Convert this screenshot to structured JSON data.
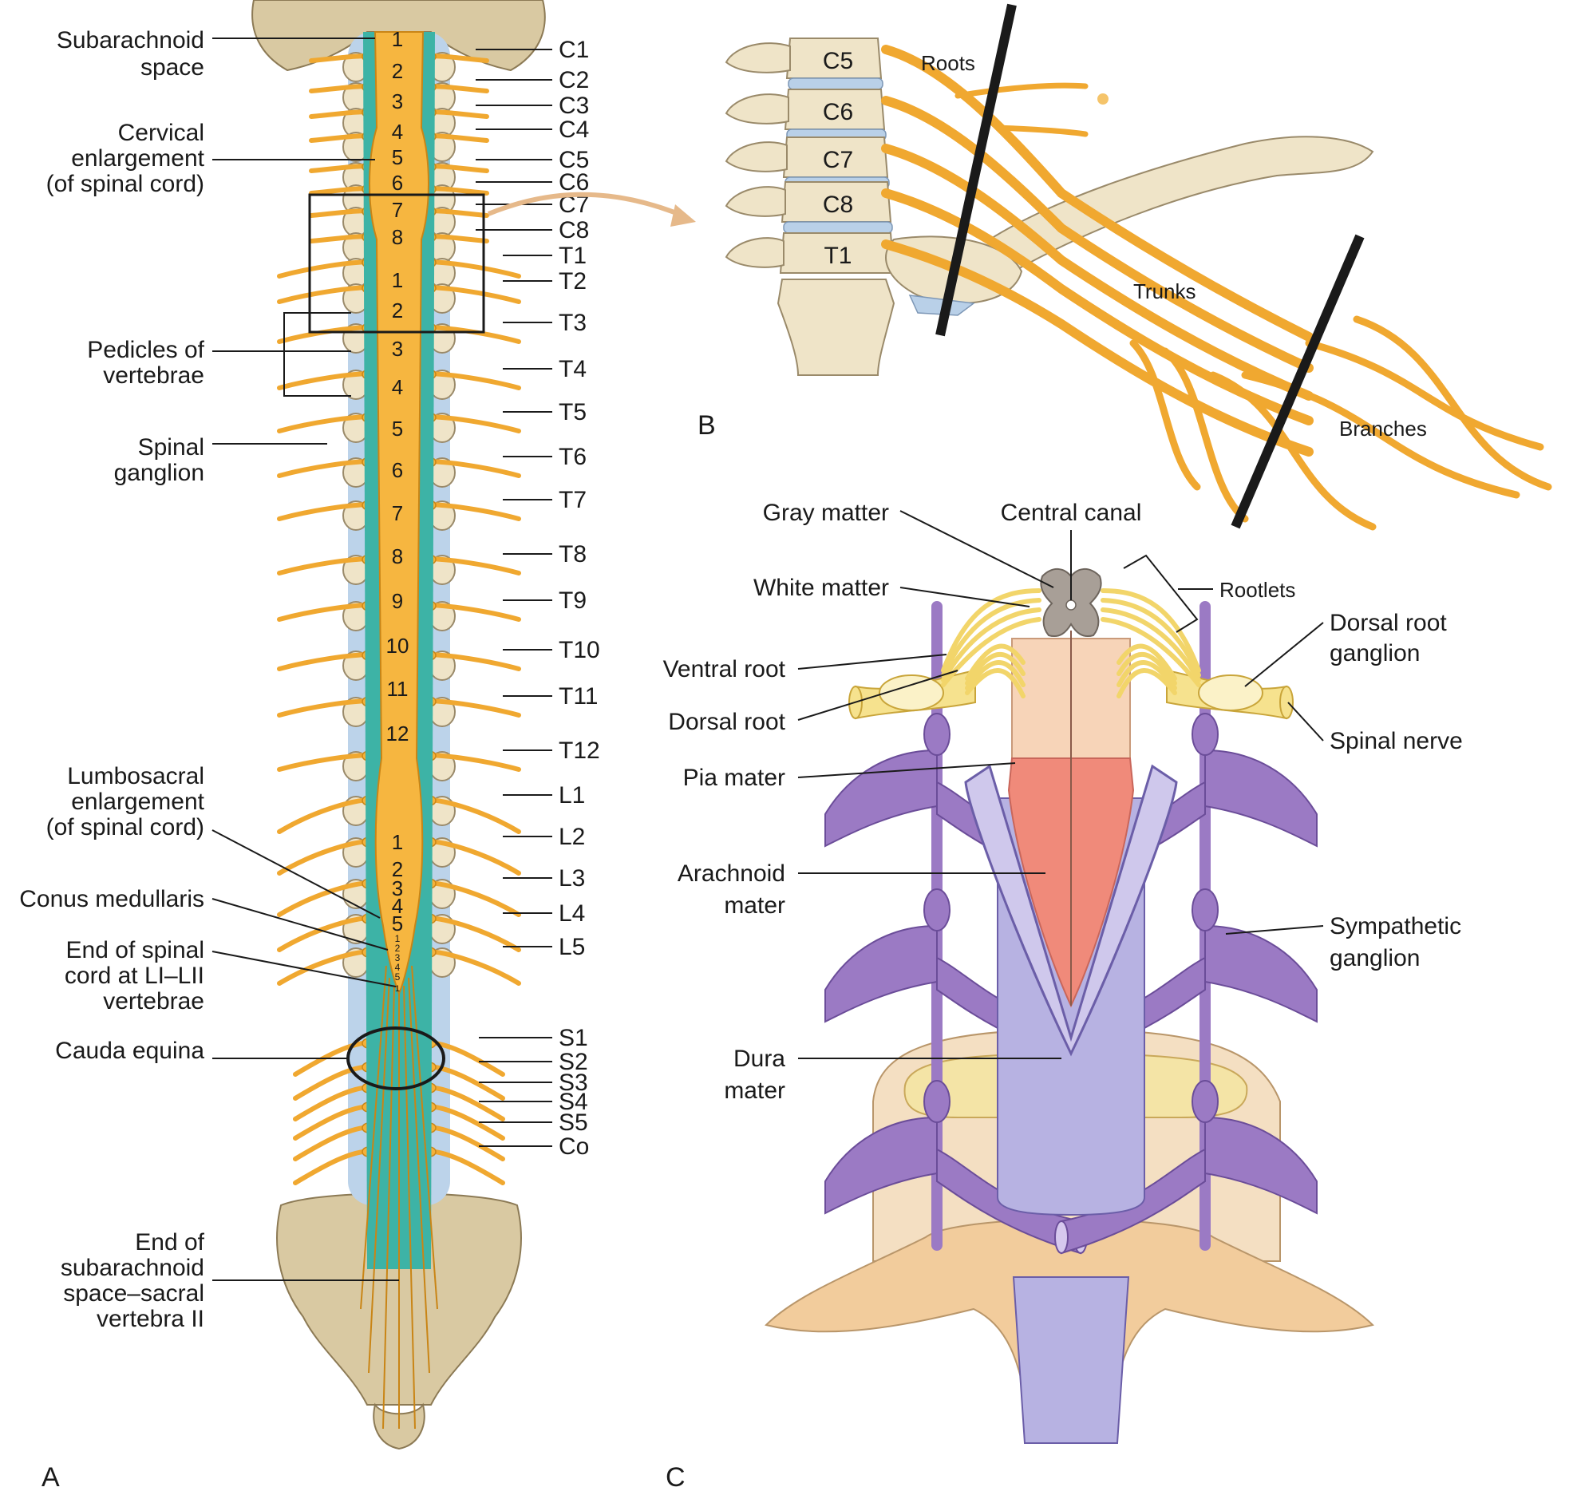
{
  "panels": {
    "a": {
      "letter": "A",
      "levels": {
        "cervical": [
          "1",
          "2",
          "3",
          "4",
          "5",
          "6",
          "7",
          "8"
        ],
        "thoracic": [
          "1",
          "2",
          "3",
          "4",
          "5",
          "6",
          "7",
          "8",
          "9",
          "10",
          "11",
          "12"
        ],
        "lumbar": [
          "1",
          "2",
          "3",
          "4",
          "5"
        ],
        "sacral_small": [
          "1",
          "2",
          "3",
          "4",
          "5"
        ],
        "coccygeal_small": "1"
      },
      "right_labels": [
        "C1",
        "C2",
        "C3",
        "C4",
        "C5",
        "C6",
        "C7",
        "C8",
        "T1",
        "T2",
        "T3",
        "T4",
        "T5",
        "T6",
        "T7",
        "T8",
        "T9",
        "T10",
        "T11",
        "T12",
        "L1",
        "L2",
        "L3",
        "L4",
        "L5",
        "S1",
        "S2",
        "S3",
        "S4",
        "S5",
        "Co"
      ],
      "left_labels": {
        "subarachnoid_space": [
          "Subarachnoid",
          "space"
        ],
        "cervical_enlargement": [
          "Cervical",
          "enlargement",
          "(of spinal cord)"
        ],
        "pedicles": [
          "Pedicles of",
          "vertebrae"
        ],
        "spinal_ganglion": [
          "Spinal",
          "ganglion"
        ],
        "lumbosacral_enlargement": [
          "Lumbosacral",
          "enlargement",
          "(of spinal cord)"
        ],
        "conus_medullaris": [
          "Conus medullaris"
        ],
        "end_of_spinal_cord": [
          "End of spinal",
          "cord at LI–LII",
          "vertebrae"
        ],
        "cauda_equina": [
          "Cauda equina"
        ],
        "end_of_subarachnoid": [
          "End of",
          "subarachnoid",
          "space–sacral",
          "vertebra II"
        ]
      }
    },
    "b": {
      "letter": "B",
      "vertebrae": [
        "C5",
        "C6",
        "C7",
        "C8",
        "T1"
      ],
      "labels": {
        "roots": "Roots",
        "trunks": "Trunks",
        "branches": "Branches"
      }
    },
    "c": {
      "letter": "C",
      "labels": {
        "gray_matter": [
          "Gray matter"
        ],
        "central_canal": [
          "Central canal"
        ],
        "white_matter": [
          "White matter"
        ],
        "rootlets": [
          "Rootlets"
        ],
        "ventral_root": [
          "Ventral root"
        ],
        "dorsal_root": [
          "Dorsal root"
        ],
        "dorsal_root_ganglion": [
          "Dorsal root",
          "ganglion"
        ],
        "spinal_nerve": [
          "Spinal nerve"
        ],
        "pia_mater": [
          "Pia mater"
        ],
        "arachnoid_mater": [
          "Arachnoid",
          "mater"
        ],
        "sympathetic_ganglion": [
          "Sympathetic",
          "ganglion"
        ],
        "dura_mater": [
          "Dura",
          "mater"
        ]
      }
    }
  },
  "colors": {
    "nerve": "#f0a830",
    "cord": "#f6b640",
    "csf": "#3db3a6",
    "disc": "#b9d0e8",
    "bone": "#efe4c8",
    "vein": "#9b7ac4",
    "pia": "#f08a7a"
  }
}
